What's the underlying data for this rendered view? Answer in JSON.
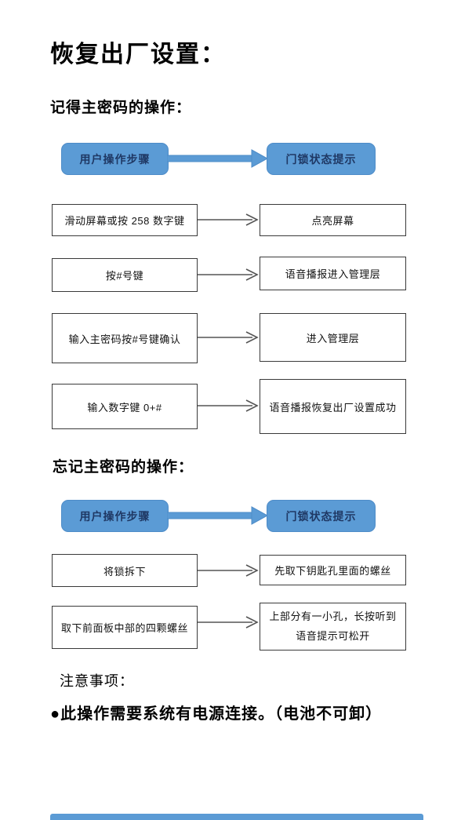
{
  "document": {
    "title": "恢复出厂设置：",
    "sections": [
      {
        "heading": "记得主密码的操作：",
        "header_left": "用户操作步骤",
        "header_right": "门锁状态提示",
        "rows": [
          {
            "step": "滑动屏幕或按 258 数字键",
            "status": "点亮屏幕"
          },
          {
            "step": "按#号键",
            "status": "语音播报进入管理层"
          },
          {
            "step": "输入主密码按#号键确认",
            "status": "进入管理层"
          },
          {
            "step": "输入数字键 0+#",
            "status": "语音播报恢复出厂设置成功"
          }
        ]
      },
      {
        "heading": "忘记主密码的操作：",
        "header_left": "用户操作步骤",
        "header_right": "门锁状态提示",
        "rows": [
          {
            "step": "将锁拆下",
            "status": "先取下钥匙孔里面的螺丝"
          },
          {
            "step": "取下前面板中部的四颗螺丝",
            "status": "上部分有一小孔，长按听到语音提示可松开"
          }
        ]
      }
    ],
    "notes": {
      "heading": "注意事项：",
      "items": [
        "●此操作需要系统有电源连接。（电池不可卸）"
      ]
    }
  },
  "icons": {
    "thick_arrow": "blue-right-arrow",
    "thin_arrow": "gray-right-arrow",
    "bullet": "●"
  },
  "colors": {
    "accent_blue": "#5B9BD5",
    "accent_blue_border": "#4E8CC8",
    "header_text": "#1F3864",
    "box_border": "#3A3A3A",
    "arrow_gray": "#555555"
  }
}
